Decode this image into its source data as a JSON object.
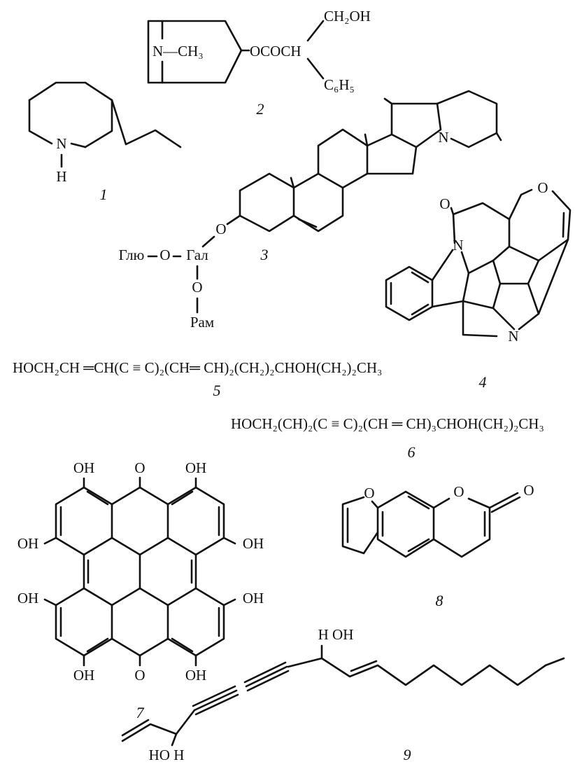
{
  "compounds": {
    "c1": {
      "number": "1",
      "atoms": {
        "n": "N",
        "h": "H"
      }
    },
    "c2": {
      "number": "2",
      "atoms": {
        "nme": "N—CH₃",
        "ester": "OCOCH",
        "ch2oh": "CH₂OH",
        "ph": "C₆H₅"
      }
    },
    "c3": {
      "number": "3",
      "atoms": {
        "n": "N",
        "o": "O",
        "glu": "Глю",
        "o2": "O",
        "gal": "Гал",
        "o3": "O",
        "ram": "Рам"
      }
    },
    "c4": {
      "number": "4",
      "atoms": {
        "o_ring": "O",
        "o_keto": "O",
        "n1": "N",
        "n2": "N"
      }
    },
    "c5": {
      "number": "5",
      "formula": "HOCH₂CH ═CH(C ≡ C)₂(CH═ CH)₂(CH₂)₂CHOH(CH₂)₂CH₃"
    },
    "c6": {
      "number": "6",
      "formula": "HOCH₂(CH)₂(C ≡ C)₂(CH ═ CH)₃CHOH(CH₂)₂CH₃"
    },
    "c7": {
      "number": "7",
      "atoms": {
        "oh": "OH",
        "o": "O"
      }
    },
    "c8": {
      "number": "8",
      "atoms": {
        "o": "O"
      }
    },
    "c9": {
      "number": "9",
      "atoms": {
        "hoh_top": "H OH",
        "hoh_bottom": "HO H"
      }
    }
  }
}
